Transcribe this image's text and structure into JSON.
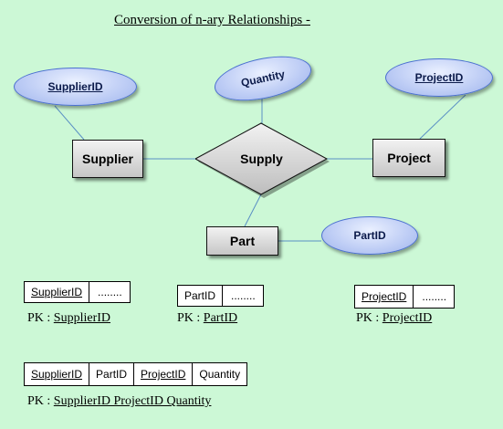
{
  "title": "Conversion of n-ary Relationships -",
  "relationship": {
    "label": "Supply"
  },
  "entities": {
    "supplier": "Supplier",
    "project": "Project",
    "part": "Part"
  },
  "attributes": {
    "supplier_id": "SupplierID",
    "quantity": "Quantity",
    "project_id": "ProjectID",
    "part_id": "PartID"
  },
  "tables": {
    "supplier": {
      "cols": [
        "SupplierID",
        "........"
      ],
      "pk_prefix": "PK : ",
      "pk": "SupplierID"
    },
    "part": {
      "cols": [
        "PartID",
        "........"
      ],
      "pk_prefix": "PK : ",
      "pk": "PartID"
    },
    "project": {
      "cols": [
        "ProjectID",
        "........"
      ],
      "pk_prefix": "PK : ",
      "pk": "ProjectID"
    },
    "supply": {
      "cols": [
        "SupplierID",
        "PartID",
        "ProjectID",
        "Quantity"
      ],
      "pk_prefix": "PK : ",
      "pk": "SupplierID ProjectID Quantity"
    }
  },
  "colors": {
    "background": "#ccf8d6",
    "connector": "#5a8fc4",
    "attribute_fill": "#b9c9f4",
    "attribute_border": "#4a6fd0"
  }
}
